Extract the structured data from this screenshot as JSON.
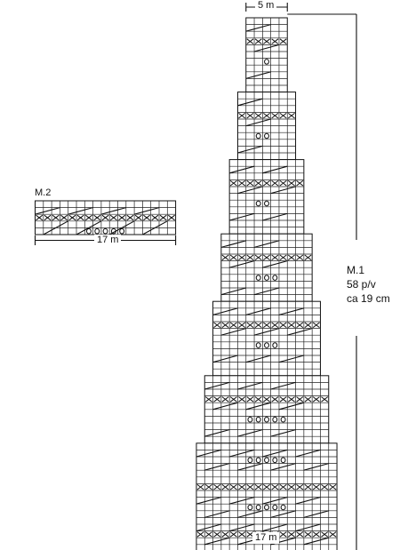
{
  "chart_m1": {
    "name": "M.1",
    "rows_text": "58 p/v",
    "size_text": "ca 19 cm",
    "top_width_label": "5 m",
    "bottom_width_label": "17 m"
  },
  "chart_m2": {
    "name": "M.2",
    "width_label": "17 m"
  },
  "symbols": {
    "cross": "knit-together-cross-symbol",
    "oval": "yarn-over-oval-symbol",
    "slash": "diagonal-slash-symbol"
  }
}
